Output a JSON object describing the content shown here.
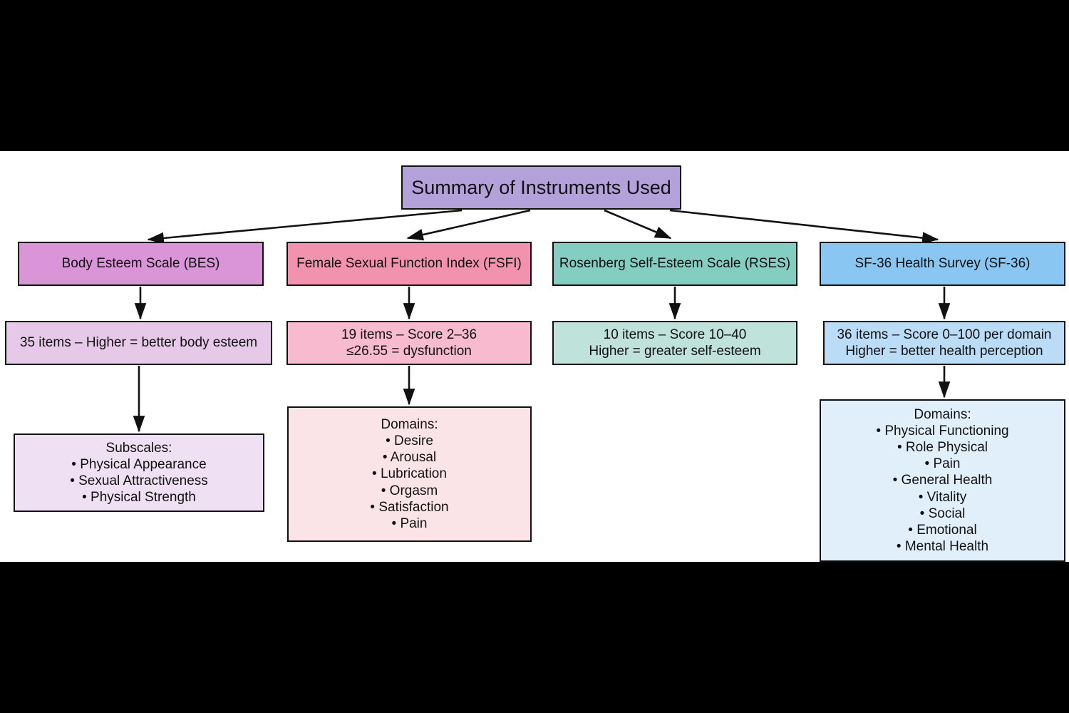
{
  "diagram": {
    "title_node": {
      "label": "Summary of Instruments Used"
    },
    "instruments": [
      {
        "id": "bes",
        "name": "Body Esteem Scale (BES)",
        "description_lines": [
          "35 items – Higher = better body esteem"
        ],
        "detail_heading": "Subscales:",
        "detail_items": [
          "• Physical Appearance",
          "• Sexual Attractiveness",
          "• Physical Strength"
        ],
        "colors": {
          "header": "#da94d8",
          "description": "#e6c9e9",
          "detail": "#efe1f3"
        }
      },
      {
        "id": "fsfi",
        "name": "Female Sexual Function Index (FSFI)",
        "description_lines": [
          "19 items – Score 2–36",
          "≤26.55 = dysfunction"
        ],
        "detail_heading": "Domains:",
        "detail_items": [
          "• Desire",
          "• Arousal",
          "• Lubrication",
          "• Orgasm",
          "• Satisfaction",
          "• Pain"
        ],
        "colors": {
          "header": "#f292ae",
          "description": "#f7bace",
          "detail": "#fbe4e8"
        }
      },
      {
        "id": "rses",
        "name": "Rosenberg Self-Esteem Scale (RSES)",
        "description_lines": [
          "10 items – Score 10–40",
          "Higher = greater self-esteem"
        ],
        "detail_heading": null,
        "detail_items": [],
        "colors": {
          "header": "#83cdc1",
          "description": "#bfe2da",
          "detail": null
        }
      },
      {
        "id": "sf36",
        "name": "SF-36 Health Survey (SF-36)",
        "description_lines": [
          "36 items – Score 0–100 per domain",
          "Higher = better health perception"
        ],
        "detail_heading": "Domains:",
        "detail_items": [
          "• Physical Functioning",
          "• Role Physical",
          "• Pain",
          "• General Health",
          "• Vitality",
          "• Social",
          "• Emotional",
          "• Mental Health"
        ],
        "colors": {
          "header": "#8ac6f2",
          "description": "#bbdcf7",
          "detail": "#e1effb"
        }
      }
    ],
    "style": {
      "canvas_background": "#ffffff",
      "letterbox_background": "#000000",
      "edge_color": "#111111",
      "text_color": "#111111"
    }
  }
}
